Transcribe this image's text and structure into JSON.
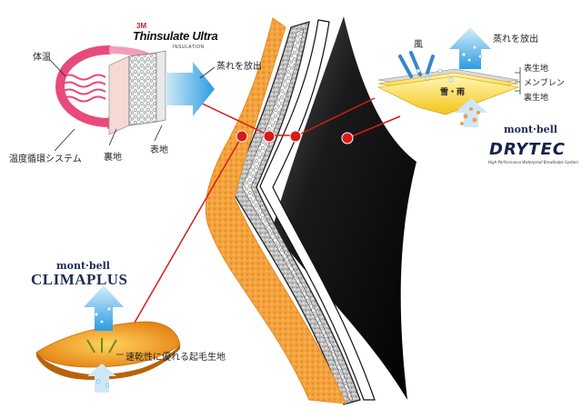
{
  "thinsulate": {
    "brand_3m": "3M",
    "brand_name": "Thinsulate Ultra",
    "brand_sub": "INSULATION",
    "label_body_temp": "体温",
    "label_vapor_out": "蒸れを放出",
    "label_temp_system": "温度循環システム",
    "label_back": "裏地",
    "label_face": "表地"
  },
  "drytec": {
    "label_wind": "風",
    "label_vapor_out": "蒸れを放出",
    "label_face": "表生地",
    "label_membrane": "メンブレン",
    "label_back": "裏生地",
    "label_rain": "雪・雨",
    "brand_maker": "mont·bell",
    "brand_name": "DRYTEC",
    "brand_sub": "High Performance Waterproof Breathable System"
  },
  "climaplus": {
    "brand_maker": "mont·bell",
    "brand_name": "CLIMAPLUS",
    "label_quickdry": "速乾性に優れる起毛生地"
  },
  "colors": {
    "orange": "#f6a23c",
    "connector": "#d81a1a",
    "arrow_blue": "#3fa7e6",
    "dark_layer": "#141414",
    "pink": "#e84a7a"
  }
}
